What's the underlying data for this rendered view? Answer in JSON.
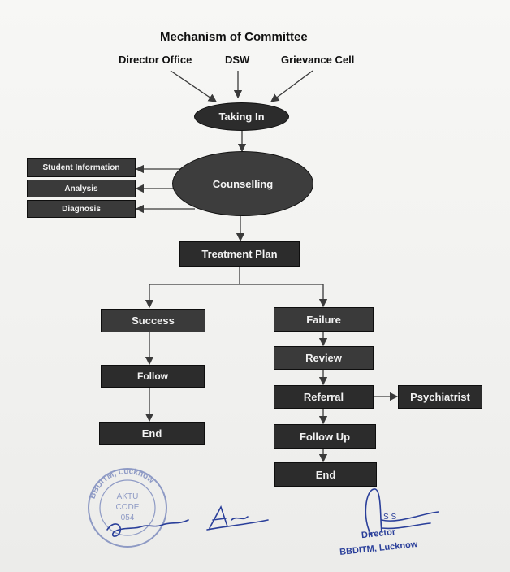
{
  "title": "Mechanism of Committee",
  "sources": [
    "Director Office",
    "DSW",
    "Grievance Cell"
  ],
  "nodes": {
    "taking_in": "Taking In",
    "counselling": "Counselling",
    "student_information": "Student Information",
    "analysis": "Analysis",
    "diagnosis": "Diagnosis",
    "treatment_plan": "Treatment Plan",
    "success": "Success",
    "follow": "Follow",
    "end_left": "End",
    "failure": "Failure",
    "review": "Review",
    "referral": "Referral",
    "psychiatrist": "Psychiatrist",
    "follow_up": "Follow Up",
    "end_right": "End"
  },
  "stamp": {
    "ring_text": "BBDITM, Lucknow",
    "center_lines": [
      "AKTU",
      "CODE",
      "054"
    ]
  },
  "signature_block": {
    "initials": "S S",
    "title": "Director",
    "institute": "BBDITM, Lucknow"
  },
  "colors": {
    "box_fill": "#2c2c2c",
    "box_text": "#f2f2f2",
    "stamp_ink": "#6f7fb8",
    "signature_ink": "#2a3f9a"
  }
}
